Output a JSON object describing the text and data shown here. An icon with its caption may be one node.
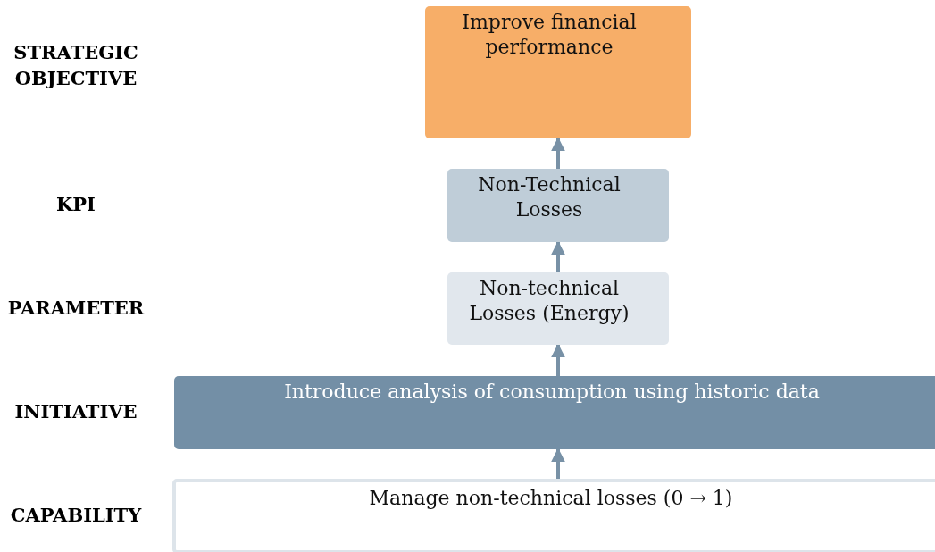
{
  "diagram": {
    "nodes": [
      {
        "text": [
          "Improve financial performance"
        ]
      },
      {
        "text": [
          "Non-Technical Losses"
        ]
      },
      {
        "text": [
          "Non-technical Losses (Energy)"
        ]
      },
      {
        "text": [
          "Introduce analysis of consumption using historic data"
        ]
      },
      {
        "text": [
          "Manage non-technical losses (0 → 1)"
        ]
      }
    ],
    "edges": [
      {
        "from": 4,
        "to": 3,
        "arrow": "to"
      },
      {
        "from": 3,
        "to": 2,
        "arrow": "to"
      },
      {
        "from": 2,
        "to": 1,
        "arrow": "to"
      },
      {
        "from": 1,
        "to": 0,
        "arrow": "to"
      }
    ],
    "labels": [
      "STRATEGIC OBJECTIVE",
      "KPI",
      "PARAMETER",
      "INITIATIVE",
      "CAPABILITY"
    ]
  }
}
